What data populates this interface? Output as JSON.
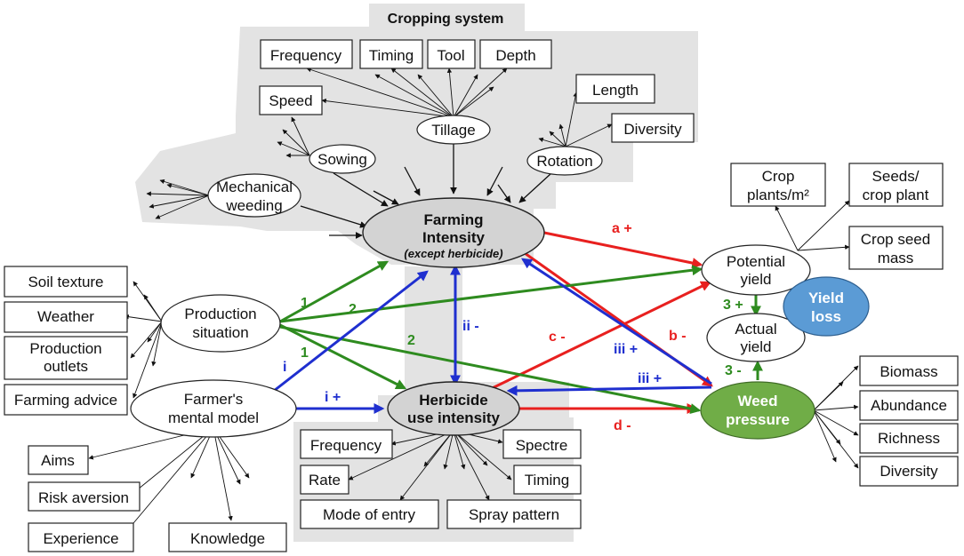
{
  "regions": {
    "cropping_system_title": "Cropping system"
  },
  "boxes": {
    "frequency_top": "Frequency",
    "timing_top": "Timing",
    "tool": "Tool",
    "depth": "Depth",
    "speed": "Speed",
    "length": "Length",
    "diversity_rotation": "Diversity",
    "crop_plants_1": "Crop",
    "crop_plants_2": "plants/m²",
    "seeds_1": "Seeds/",
    "seeds_2": "crop plant",
    "seed_mass_1": "Crop seed",
    "seed_mass_2": "mass",
    "soil_texture": "Soil texture",
    "weather": "Weather",
    "outlets_1": "Production",
    "outlets_2": "outlets",
    "farming_advice": "Farming advice",
    "aims": "Aims",
    "risk_aversion": "Risk aversion",
    "experience": "Experience",
    "knowledge": "Knowledge",
    "frequency_herb": "Frequency",
    "spectre": "Spectre",
    "rate": "Rate",
    "timing_herb": "Timing",
    "mode_of_entry": "Mode of entry",
    "spray_pattern": "Spray pattern",
    "biomass": "Biomass",
    "abundance": "Abundance",
    "richness": "Richness",
    "diversity_weed": "Diversity"
  },
  "nodes": {
    "tillage": "Tillage",
    "sowing": "Sowing",
    "rotation": "Rotation",
    "mech_weeding_1": "Mechanical",
    "mech_weeding_2": "weeding",
    "farming_intensity_1": "Farming",
    "farming_intensity_2": "Intensity",
    "farming_intensity_3": "(except herbicide)",
    "production_situation_1": "Production",
    "production_situation_2": "situation",
    "mental_model_1": "Farmer's",
    "mental_model_2": "mental model",
    "herbicide_1": "Herbicide",
    "herbicide_2": "use intensity",
    "potential_yield_1": "Potential",
    "potential_yield_2": "yield",
    "actual_yield_1": "Actual",
    "actual_yield_2": "yield",
    "yield_loss_1": "Yield",
    "yield_loss_2": "loss",
    "weed_pressure_1": "Weed",
    "weed_pressure_2": "pressure"
  },
  "arrow_labels": {
    "a": "a +",
    "b": "b -",
    "c": "c -",
    "d": "d -",
    "i_plus": "i +",
    "i": "i",
    "ii": "ii -",
    "iii_top": "iii +",
    "iii_bottom": "iii +",
    "g1_top": "1",
    "g1_bottom": "1",
    "g2_top": "2",
    "g2_bottom": "2",
    "g3_plus": "3 +",
    "g3_minus": "3 -"
  },
  "colors": {
    "red": "#e8201f",
    "green": "#2e8b1f",
    "blue": "#1f2fcf",
    "region_grey": "#e3e3e3",
    "yield_loss_fill": "#5b9bd5",
    "weed_pressure_fill": "#70ad47"
  }
}
